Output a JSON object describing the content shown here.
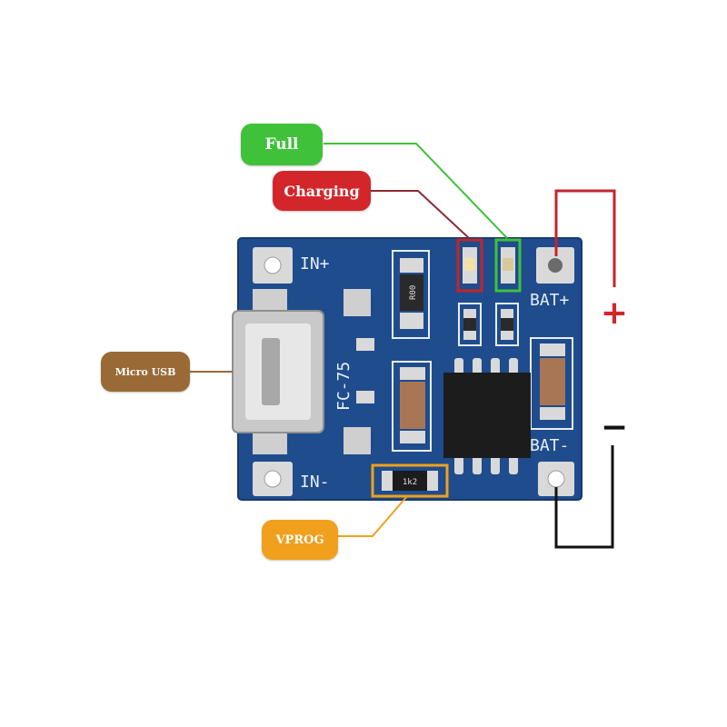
{
  "callouts": {
    "full": "Full",
    "charging": "Charging",
    "micro_usb": "Micro USB",
    "vprog": "VPROG"
  },
  "silkscreen": {
    "in_plus": "IN+",
    "in_minus": "IN-",
    "bat_plus": "BAT+",
    "bat_minus": "BAT-",
    "board_id": "FC-75",
    "vprog_code": "1k2",
    "inductor_code": "R00"
  },
  "polarity": {
    "plus": "+",
    "minus": "−"
  },
  "colors": {
    "board": "#1f4c8c",
    "full": "#3fc23a",
    "charging": "#d3262b",
    "micro_usb": "#9a6a36",
    "vprog": "#f0a01c",
    "wire_pos": "#c0262b",
    "wire_neg": "#111111"
  }
}
